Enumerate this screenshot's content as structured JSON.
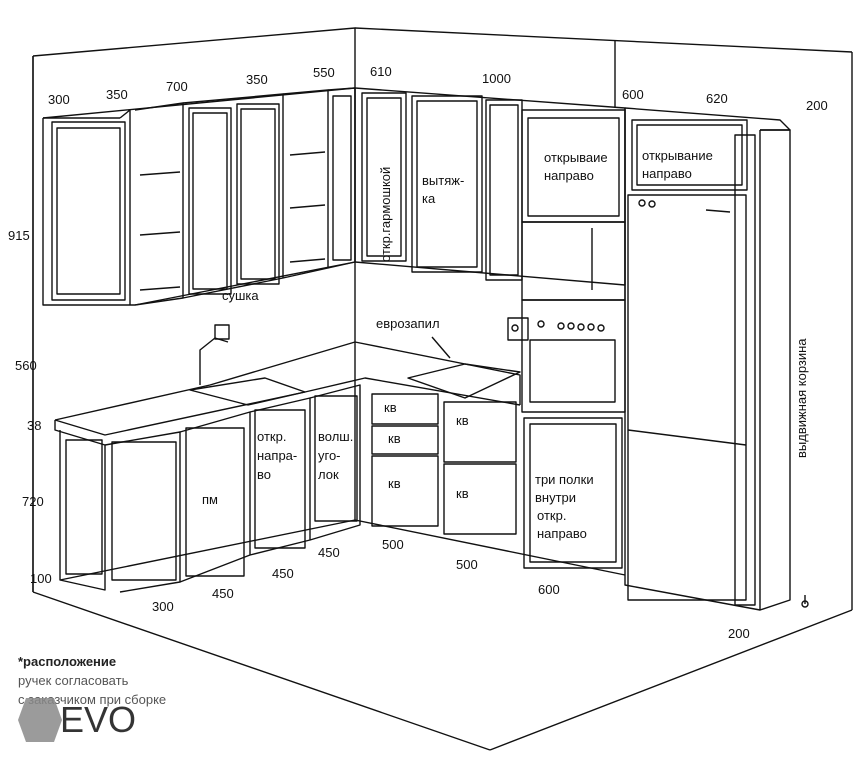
{
  "dimensions": {
    "top_widths": [
      "300",
      "350",
      "700",
      "350",
      "550",
      "610",
      "1000",
      "600",
      "620",
      "200"
    ],
    "left_heights": [
      "915",
      "560",
      "38",
      "720",
      "100"
    ],
    "bottom_widths": [
      "300",
      "450",
      "450",
      "450",
      "500",
      "500",
      "600",
      "200"
    ]
  },
  "labels": {
    "sushka": "сушка",
    "garmoshka": "откр.гармошкой",
    "vytyazhka": "вытяж-ка",
    "vytyazhka_l1": "вытяж-",
    "vytyazhka_l2": "ка",
    "open_right_1_l1": "открываие",
    "open_right_1_l2": "направо",
    "open_right_2_l1": "открывание",
    "open_right_2_l2": "направо",
    "evrozapil": "еврозапил",
    "kv1": "кв",
    "kv2": "кв",
    "kv3": "кв",
    "kv4": "кв",
    "kv5": "кв",
    "pm": "пм",
    "otkr_l1": "откр.",
    "otkr_l2": "напра-",
    "otkr_l3": "во",
    "ugol_l1": "волш.",
    "ugol_l2": "уго-",
    "ugol_l3": "лок",
    "tri_l1": "три полки",
    "tri_l2": "внутри",
    "tri_l3": "откр.",
    "tri_l4": "направо",
    "korzina": "выдвижная корзина"
  },
  "note": {
    "line1": "*расположение",
    "line2": "ручек согласовать",
    "line3": "с заказчиком при сборке"
  },
  "logo": {
    "text": "EVO",
    "color": "#8a8a8a"
  }
}
